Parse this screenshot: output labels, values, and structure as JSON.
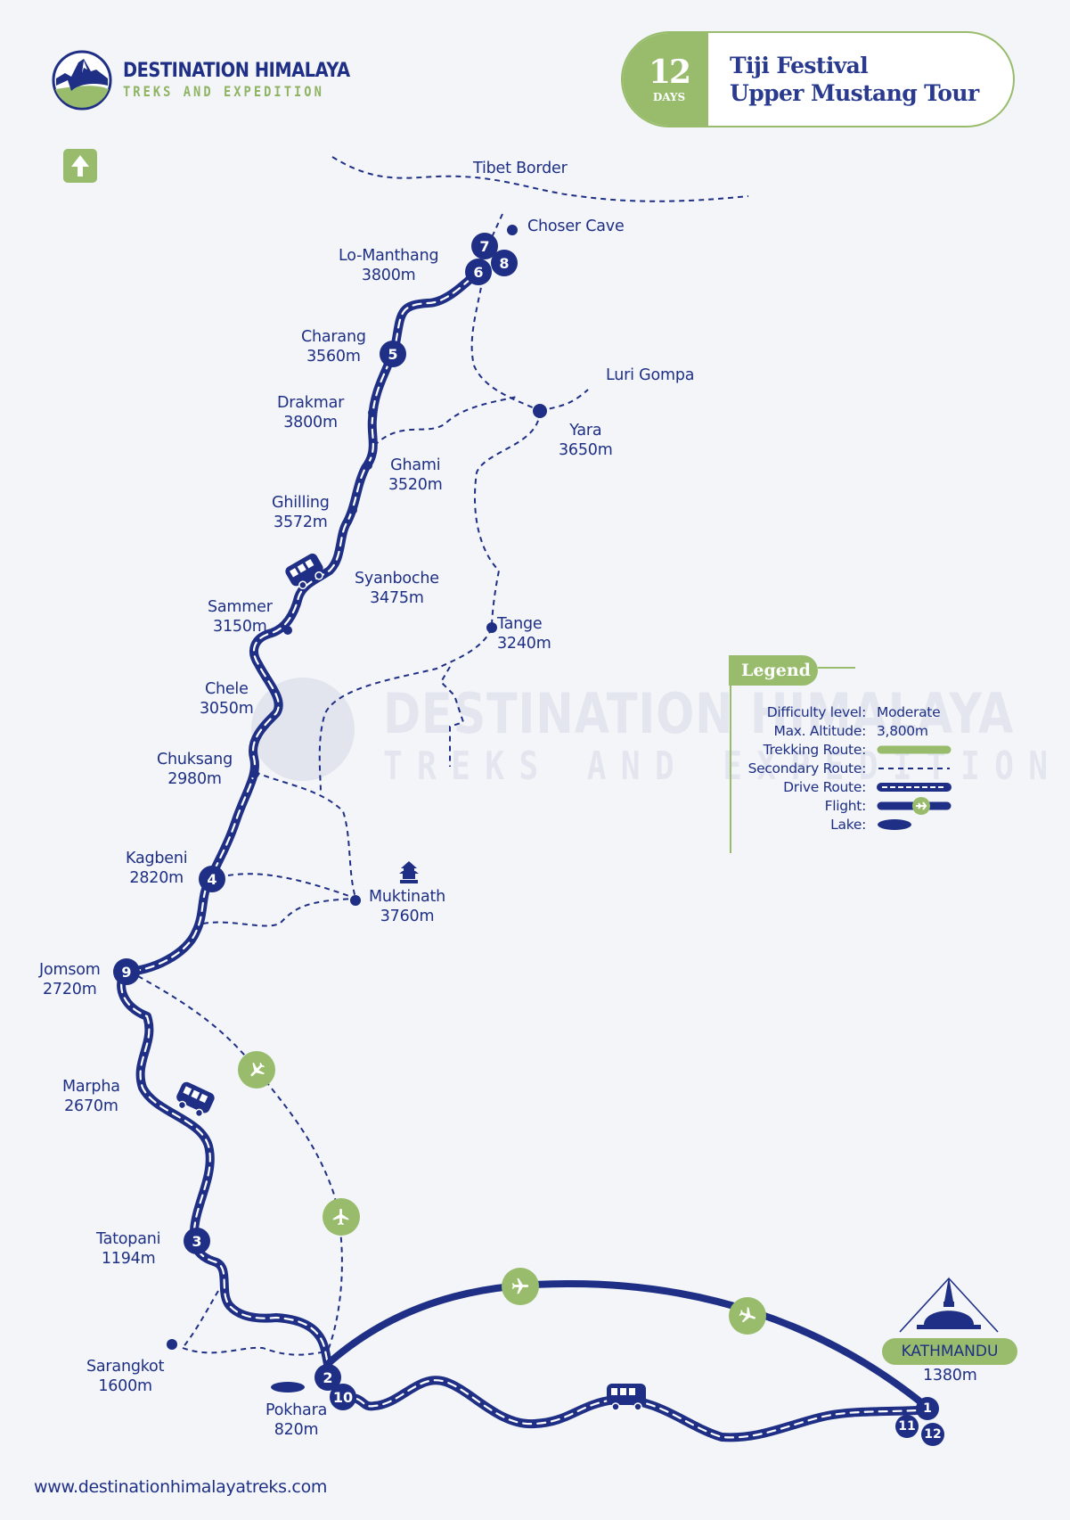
{
  "brand": {
    "title": "DESTINATION HIMALAYA",
    "subtitle": "TREKS AND EXPEDITION",
    "colors": {
      "navy": "#1e2f85",
      "green": "#98bc6c",
      "background": "#f3f5f8"
    }
  },
  "header": {
    "days_number": "12",
    "days_label": "DAYS",
    "title_line1": "Tiji Festival",
    "title_line2": "Upper Mustang Tour"
  },
  "map": {
    "tibet_border_label": "Tibet Border",
    "places": {
      "choser_cave": {
        "name": "Choser Cave"
      },
      "lo_manthang": {
        "name": "Lo-Manthang",
        "altitude": "3800m",
        "days": [
          "6",
          "7",
          "8"
        ]
      },
      "charang": {
        "name": "Charang",
        "altitude": "3560m",
        "day": "5"
      },
      "luri_gompa": {
        "name": "Luri Gompa"
      },
      "drakmar": {
        "name": "Drakmar",
        "altitude": "3800m"
      },
      "yara": {
        "name": "Yara",
        "altitude": "3650m"
      },
      "ghami": {
        "name": "Ghami",
        "altitude": "3520m"
      },
      "ghilling": {
        "name": "Ghilling",
        "altitude": "3572m"
      },
      "syanboche": {
        "name": "Syanboche",
        "altitude": "3475m"
      },
      "sammer": {
        "name": "Sammer",
        "altitude": "3150m"
      },
      "tange": {
        "name": "Tange",
        "altitude": "3240m"
      },
      "chele": {
        "name": "Chele",
        "altitude": "3050m"
      },
      "chuksang": {
        "name": "Chuksang",
        "altitude": "2980m"
      },
      "kagbeni": {
        "name": "Kagbeni",
        "altitude": "2820m",
        "day": "4"
      },
      "muktinath": {
        "name": "Muktinath",
        "altitude": "3760m"
      },
      "jomsom": {
        "name": "Jomsom",
        "altitude": "2720m",
        "day": "9"
      },
      "marpha": {
        "name": "Marpha",
        "altitude": "2670m"
      },
      "tatopani": {
        "name": "Tatopani",
        "altitude": "1194m",
        "day": "3"
      },
      "sarangkot": {
        "name": "Sarangkot",
        "altitude": "1600m"
      },
      "pokhara": {
        "name": "Pokhara",
        "altitude": "820m",
        "days": [
          "2",
          "10"
        ]
      },
      "kathmandu": {
        "name": "KATHMANDU",
        "altitude": "1380m",
        "days": [
          "1",
          "11",
          "12"
        ]
      }
    }
  },
  "legend": {
    "title": "Legend",
    "rows": [
      {
        "key": "Difficulty level:",
        "value": "Moderate"
      },
      {
        "key": "Max. Altitude:",
        "value": "3,800m"
      },
      {
        "key": "Trekking Route:",
        "symbol": "trekking-route"
      },
      {
        "key": "Secondary Route:",
        "symbol": "secondary-route"
      },
      {
        "key": "Drive Route:",
        "symbol": "drive-route"
      },
      {
        "key": "Flight:",
        "symbol": "flight"
      },
      {
        "key": "Lake:",
        "symbol": "lake"
      }
    ]
  },
  "footer": {
    "url": "www.destinationhimalayatreks.com"
  }
}
